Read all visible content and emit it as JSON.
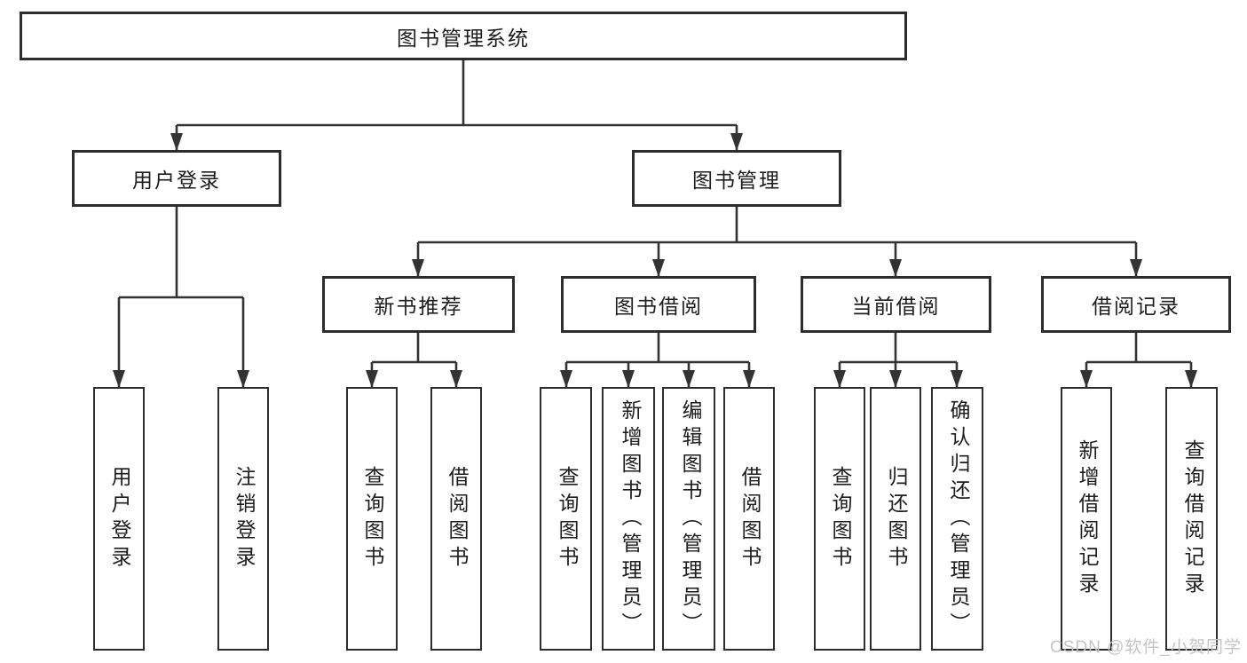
{
  "diagram": {
    "title": "图书管理系统",
    "colors": {
      "line": "#333333",
      "border": "#2d2d2d",
      "text": "#1d1d1d",
      "bg": "#ffffff",
      "watermark": "#c4c4c4"
    },
    "tree": {
      "label": "图书管理系统",
      "children": [
        {
          "label": "用户登录",
          "children": [
            {
              "label": "用户登录"
            },
            {
              "label": "注销登录"
            }
          ]
        },
        {
          "label": "图书管理",
          "children": [
            {
              "label": "新书推荐",
              "children": [
                {
                  "label": "查询图书"
                },
                {
                  "label": "借阅图书"
                }
              ]
            },
            {
              "label": "图书借阅",
              "children": [
                {
                  "label": "查询图书"
                },
                {
                  "label": "新增图书（管理员）"
                },
                {
                  "label": "编辑图书（管理员）"
                },
                {
                  "label": "借阅图书"
                }
              ]
            },
            {
              "label": "当前借阅",
              "children": [
                {
                  "label": "查询图书"
                },
                {
                  "label": "归还图书"
                },
                {
                  "label": "确认归还（管理员）"
                }
              ]
            },
            {
              "label": "借阅记录",
              "children": [
                {
                  "label": "新增借阅记录"
                },
                {
                  "label": "查询借阅记录"
                }
              ]
            }
          ]
        }
      ]
    },
    "watermark": {
      "text": "CSDN @软件_小贺同学"
    }
  }
}
